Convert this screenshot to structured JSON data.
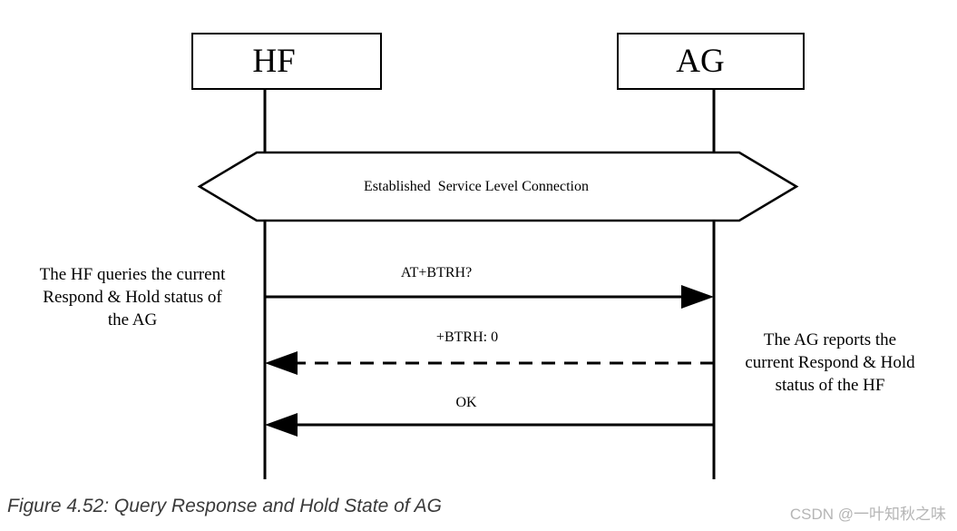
{
  "diagram": {
    "actors": [
      {
        "id": "hf",
        "label": "HF"
      },
      {
        "id": "ag",
        "label": "AG"
      }
    ],
    "connection_banner": "Established  Service Level Connection",
    "messages": [
      {
        "label": "AT+BTRH?",
        "from": "HF",
        "to": "AG",
        "line": "solid"
      },
      {
        "label": "+BTRH: 0",
        "from": "AG",
        "to": "HF",
        "line": "dashed"
      },
      {
        "label": "OK",
        "from": "AG",
        "to": "HF",
        "line": "solid"
      }
    ],
    "annotations": [
      {
        "side": "left",
        "text": "The HF queries the current\nRespond & Hold status of\nthe AG"
      },
      {
        "side": "right",
        "text": "The AG reports the\ncurrent Respond & Hold\nstatus of the HF"
      }
    ]
  },
  "caption": "Figure 4.52: Query Response and Hold State of AG",
  "watermark": "CSDN @一叶知秋之味",
  "colors": {
    "line": "#000000",
    "caption": "#3a3a3a",
    "watermark": "#b5b5b5",
    "background": "#ffffff"
  }
}
